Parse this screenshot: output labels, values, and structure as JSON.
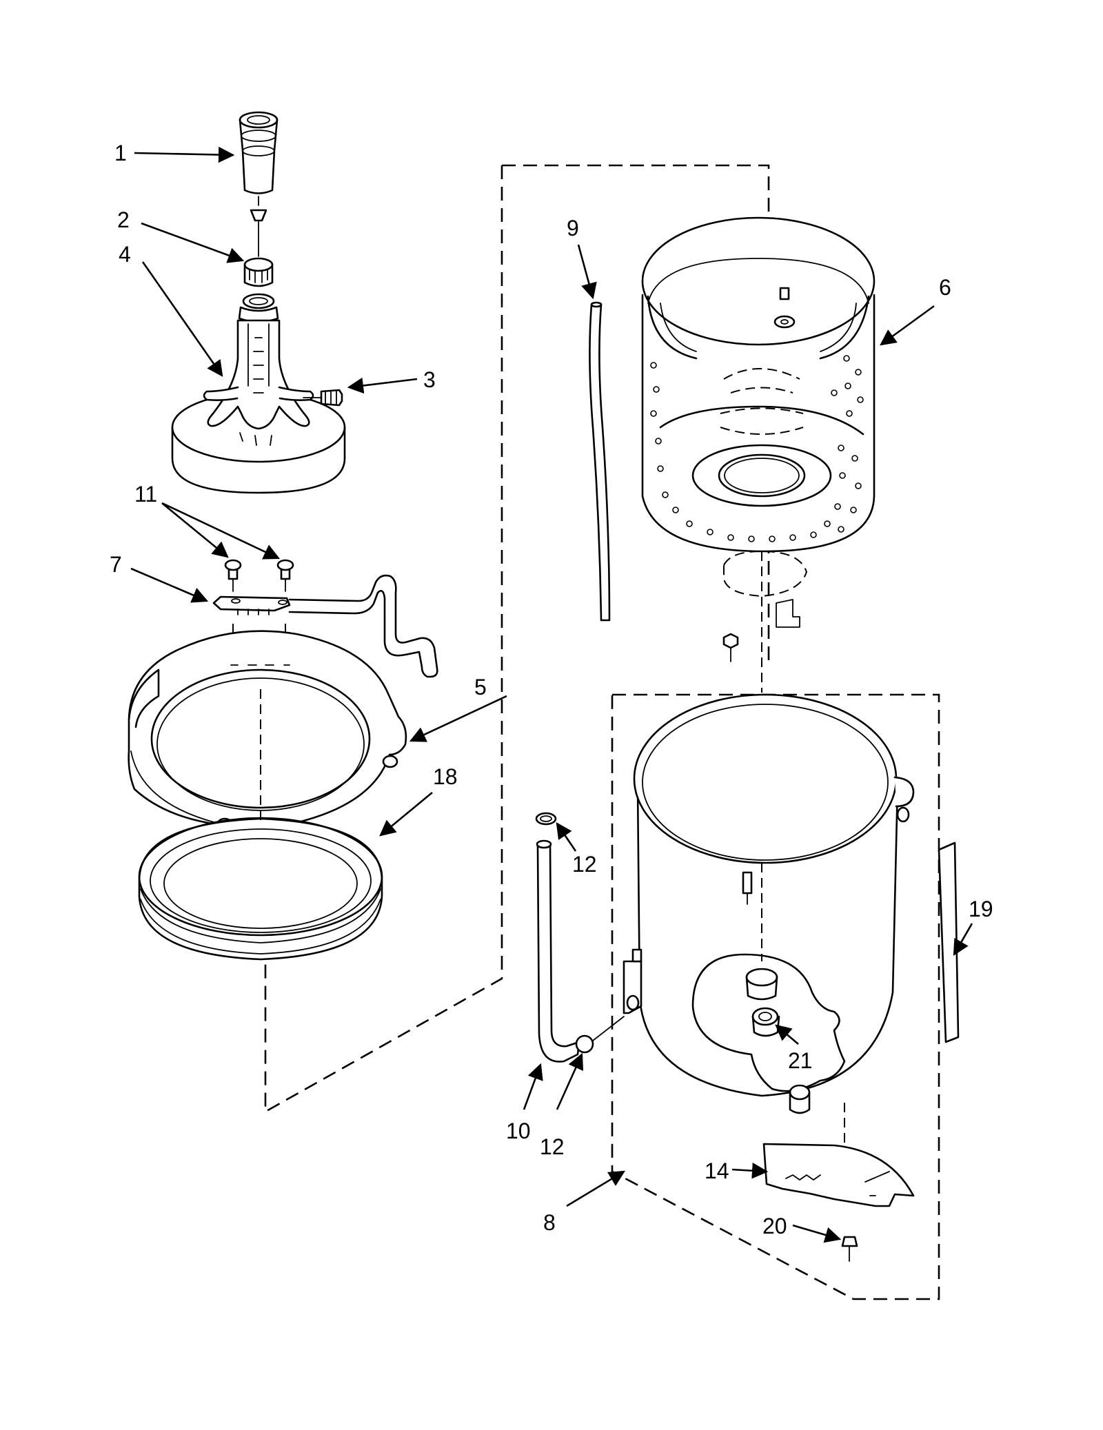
{
  "callouts": [
    {
      "id": "1",
      "text": "1"
    },
    {
      "id": "2",
      "text": "2"
    },
    {
      "id": "3",
      "text": "3"
    },
    {
      "id": "4",
      "text": "4"
    },
    {
      "id": "5",
      "text": "5"
    },
    {
      "id": "6",
      "text": "6"
    },
    {
      "id": "7",
      "text": "7"
    },
    {
      "id": "8",
      "text": "8"
    },
    {
      "id": "9",
      "text": "9"
    },
    {
      "id": "10",
      "text": "10"
    },
    {
      "id": "11",
      "text": "11"
    },
    {
      "id": "12a",
      "text": "12"
    },
    {
      "id": "12b",
      "text": "12"
    },
    {
      "id": "14",
      "text": "14"
    },
    {
      "id": "18",
      "text": "18"
    },
    {
      "id": "19",
      "text": "19"
    },
    {
      "id": "20",
      "text": "20"
    },
    {
      "id": "21",
      "text": "21"
    }
  ]
}
